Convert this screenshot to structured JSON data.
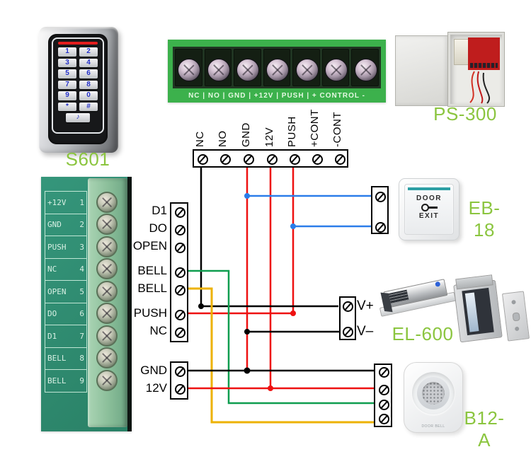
{
  "colors": {
    "label_green": "#8bc53f",
    "wire_black": "#000000",
    "wire_red": "#ee1111",
    "wire_blue": "#2b7de9",
    "wire_green": "#0f9d4f",
    "wire_yellow": "#edb200"
  },
  "devices": {
    "keypad": {
      "label": "S601",
      "keys": [
        "1",
        "2",
        "3",
        "4",
        "5",
        "6",
        "7",
        "8",
        "9",
        "0",
        "*",
        "#"
      ],
      "bell_key_icon": "♪"
    },
    "power_supply": {
      "label": "PS-300"
    },
    "exit_button": {
      "label": "EB-18",
      "line1": "DOOR",
      "line2": "EXIT"
    },
    "lock": {
      "label": "EL-600"
    },
    "door_bell": {
      "label": "B12-A",
      "brand": "DOOR BELL"
    }
  },
  "top_terminal_photo": {
    "label_row": "NC  |  NO  |  GND  |  +12V  |  PUSH  |  + CONTROL -"
  },
  "left_panel": {
    "rows": [
      {
        "name": "+12V",
        "num": "1"
      },
      {
        "name": "GND",
        "num": "2"
      },
      {
        "name": "PUSH",
        "num": "3"
      },
      {
        "name": "NC",
        "num": "4"
      },
      {
        "name": "OPEN",
        "num": "5"
      },
      {
        "name": "DO",
        "num": "6"
      },
      {
        "name": "D1",
        "num": "7"
      },
      {
        "name": "BELL",
        "num": "8"
      },
      {
        "name": "BELL",
        "num": "9"
      }
    ]
  },
  "diagram": {
    "top_strip": {
      "labels": [
        "NC",
        "NO",
        "GND",
        "12V",
        "PUSH",
        "+CONT",
        "-CONT"
      ]
    },
    "controller_strip": {
      "labels": [
        "D1",
        "DO",
        "OPEN",
        "BELL",
        "BELL",
        "PUSH",
        "NC"
      ]
    },
    "power_strip": {
      "labels": [
        "GND",
        "12V"
      ]
    },
    "lock_strip": {
      "labels": [
        "V+",
        "V–"
      ]
    }
  }
}
